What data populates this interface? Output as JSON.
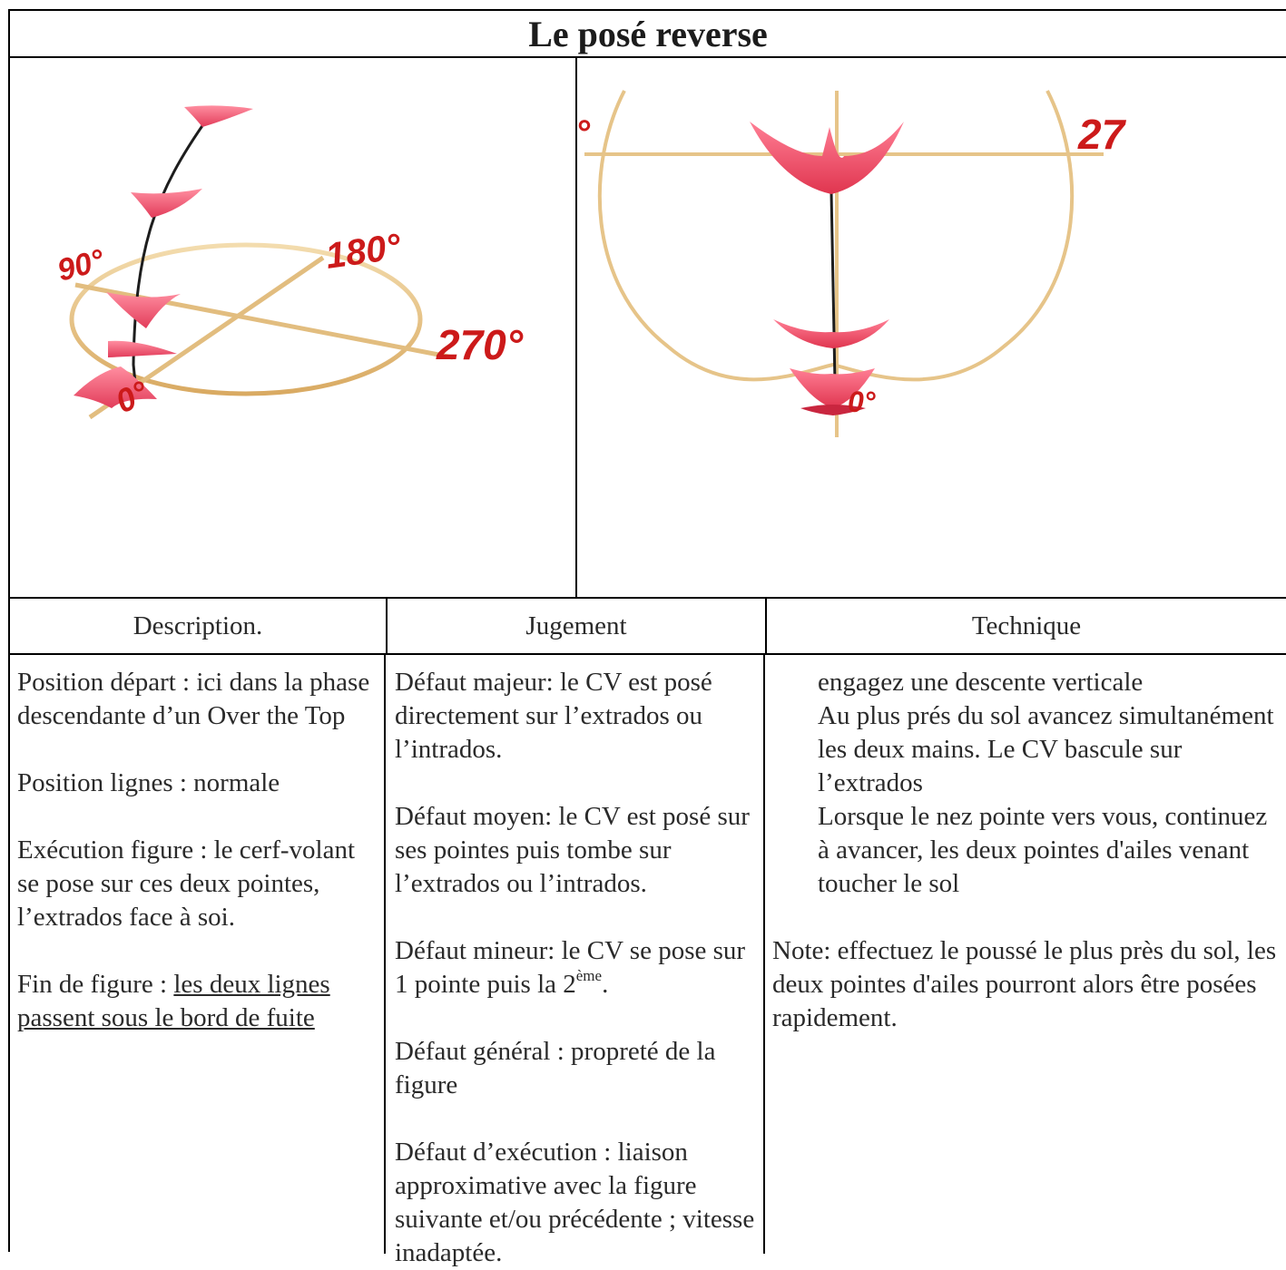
{
  "title": "Le posé reverse",
  "figure_left": {
    "labels": {
      "deg90": "90°",
      "deg180": "180°",
      "deg270": "270°",
      "deg0": "0°"
    }
  },
  "figure_right": {
    "labels": {
      "left_partial": "°",
      "right_partial": "27",
      "bottom": "0°"
    }
  },
  "colors": {
    "kite": "#f0607a",
    "kite_dark": "#c81e3e",
    "ring": "#e6c489",
    "label_red": "#cc1a1a"
  },
  "headers": {
    "description": "Description.",
    "jugement": "Jugement",
    "technique": "Technique"
  },
  "description": {
    "p1": "Position départ : ici dans la phase descendante d’un Over the Top",
    "p2": "Position lignes : normale",
    "p3": "Exécution figure : le cerf-volant se pose sur ces deux pointes, l’extrados face à soi.",
    "p4_prefix": "Fin de figure : ",
    "p4_underlined": "les deux lignes passent sous le bord de fuite"
  },
  "jugement": {
    "p1": "Défaut majeur: le CV est posé directement sur l’extrados ou l’intrados.",
    "p2": "Défaut moyen: le CV est posé sur ses pointes puis tombe sur l’extrados ou l’intrados.",
    "p3_main": "Défaut mineur: le CV se pose sur 1 pointe puis la 2",
    "p3_sup": "ème",
    "p3_end": ".",
    "p4": "Défaut général : propreté de la figure",
    "p5": "Défaut d’exécution : liaison approximative avec la figure suivante  et/ou précédente ; vitesse inadaptée."
  },
  "technique": {
    "l1": "engagez une descente verticale",
    "l2": "Au plus prés du sol avancez simultanément les deux mains. Le CV bascule sur l’extrados",
    "l3": "Lorsque le nez pointe vers vous, continuez à avancer, les deux pointes d'ailes venant toucher le sol",
    "note": "Note: effectuez le poussé le plus  près du sol, les deux pointes d'ailes pourront alors être posées rapidement."
  }
}
